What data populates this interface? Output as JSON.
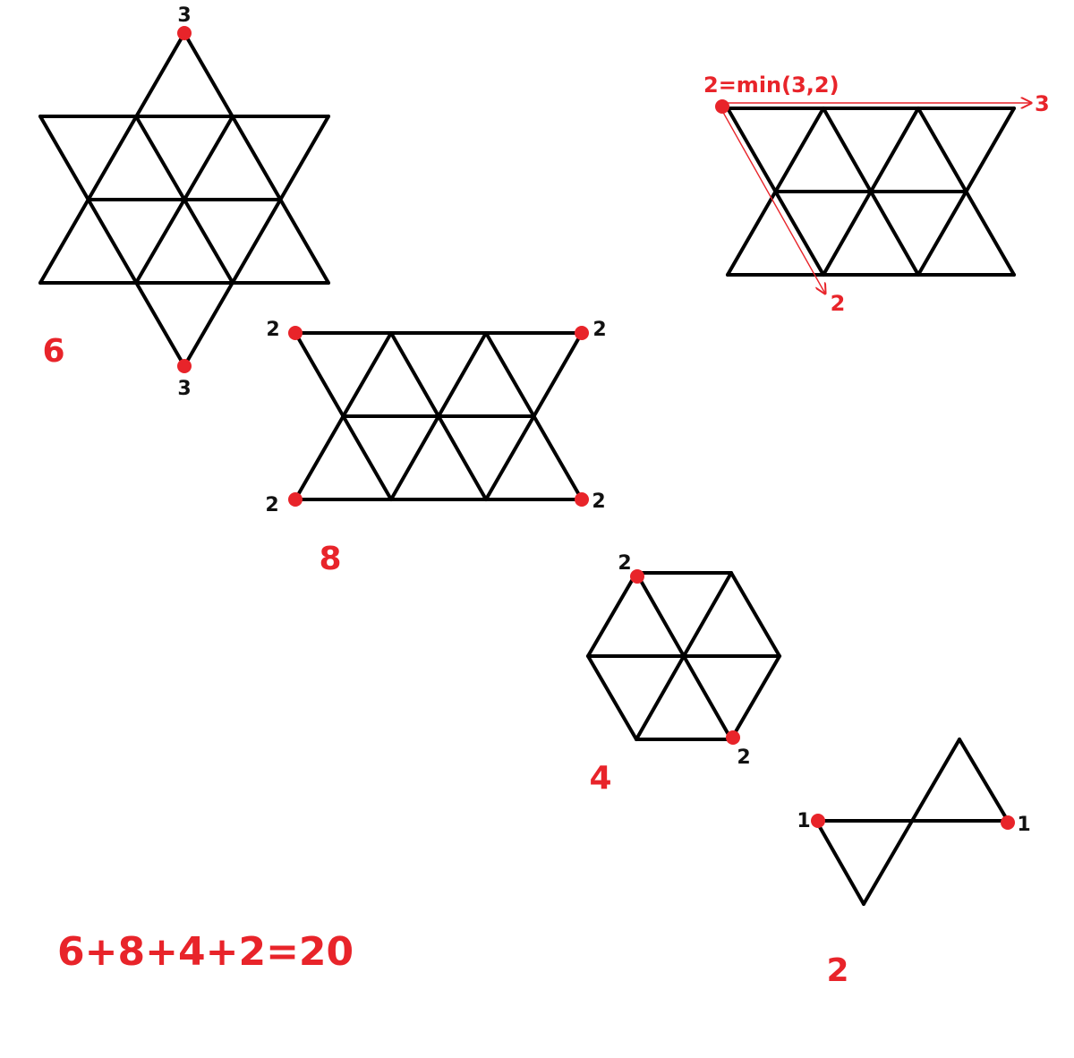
{
  "colors": {
    "edge": "#000000",
    "marker": "#e8242a",
    "annotation": "#e8242a",
    "degree_label": "#111111"
  },
  "figures": {
    "star": {
      "top_vertex_label": "3",
      "bottom_vertex_label": "3",
      "count_label": "6"
    },
    "parallelogram": {
      "top_left_label": "2",
      "top_right_label": "2",
      "bottom_left_label": "2",
      "bottom_right_label": "2",
      "count_label": "8"
    },
    "trapezoid": {
      "formula_label": "2=min(3,2)",
      "right_arrow_label": "3",
      "down_arrow_label": "2"
    },
    "hexagon": {
      "top_vertex_label": "2",
      "bottom_vertex_label": "2",
      "count_label": "4"
    },
    "bowtie": {
      "left_vertex_label": "1",
      "right_vertex_label": "1",
      "count_label": "2"
    }
  },
  "total_equation": "6+8+4+2=20"
}
